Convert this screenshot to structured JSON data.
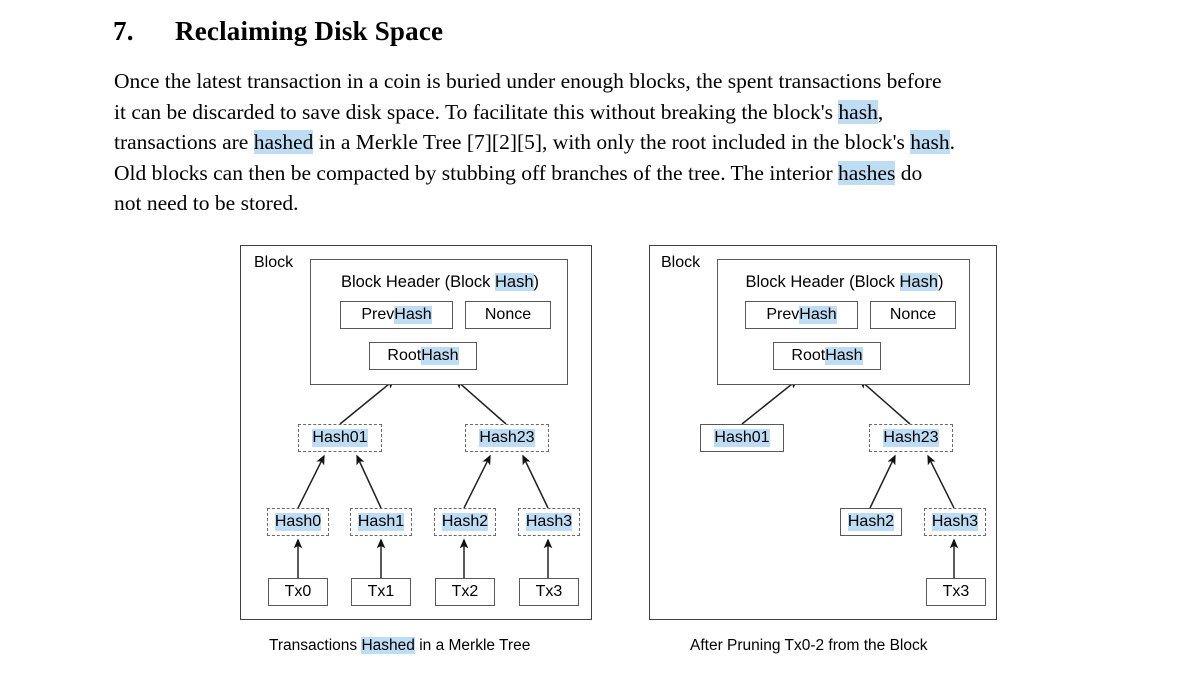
{
  "heading": {
    "number": "7.",
    "title": "Reclaiming Disk Space"
  },
  "paragraph": {
    "line1": "Once the latest transaction in a coin is buried under enough blocks, the spent transactions before",
    "line2_a": "it  can  be  discarded  to  save  disk  space.    To  facilitate  this  without  breaking  the  block's  ",
    "line2_hl": "hash",
    "line2_b": ",",
    "line3_a": "transactions are ",
    "line3_hl1": "hashed",
    "line3_b": " in a Merkle Tree [7][2][5], with only the root included in the block's ",
    "line3_hl2": "hash",
    "line3_c": ".",
    "line4_a": "Old blocks can then be compacted by stubbing off branches of the tree.  The interior ",
    "line4_hl": "hashes",
    "line4_b": " do",
    "line5": "not need to be stored."
  },
  "diagram_left": {
    "block_label": "Block",
    "header_title_a": "Block Header (Block ",
    "header_title_hl": "Hash",
    "header_title_b": ")",
    "prev_hash_a": "Prev ",
    "prev_hash_hl": "Hash",
    "nonce": "Nonce",
    "root_hash_a": "Root ",
    "root_hash_hl": "Hash",
    "hash01": "Hash01",
    "hash23": "Hash23",
    "hash0": "Hash0",
    "hash1": "Hash1",
    "hash2": "Hash2",
    "hash3": "Hash3",
    "tx0": "Tx0",
    "tx1": "Tx1",
    "tx2": "Tx2",
    "tx3": "Tx3",
    "caption": "Transactions ",
    "caption_hl": "Hashed",
    "caption_b": " in a Merkle Tree"
  },
  "diagram_right": {
    "block_label": "Block",
    "header_title_a": "Block Header (Block ",
    "header_title_hl": "Hash",
    "header_title_b": ")",
    "prev_hash_a": "Prev ",
    "prev_hash_hl": "Hash",
    "nonce": "Nonce",
    "root_hash_a": "Root ",
    "root_hash_hl": "Hash",
    "hash01": "Hash01",
    "hash23": "Hash23",
    "hash2": "Hash2",
    "hash3": "Hash3",
    "tx3": "Tx3",
    "caption": "After Pruning Tx0-2 from the Block"
  },
  "colors": {
    "highlight": "#bfdcf5",
    "box_border": "#595959",
    "frame_border": "#404040",
    "text": "#000000"
  }
}
